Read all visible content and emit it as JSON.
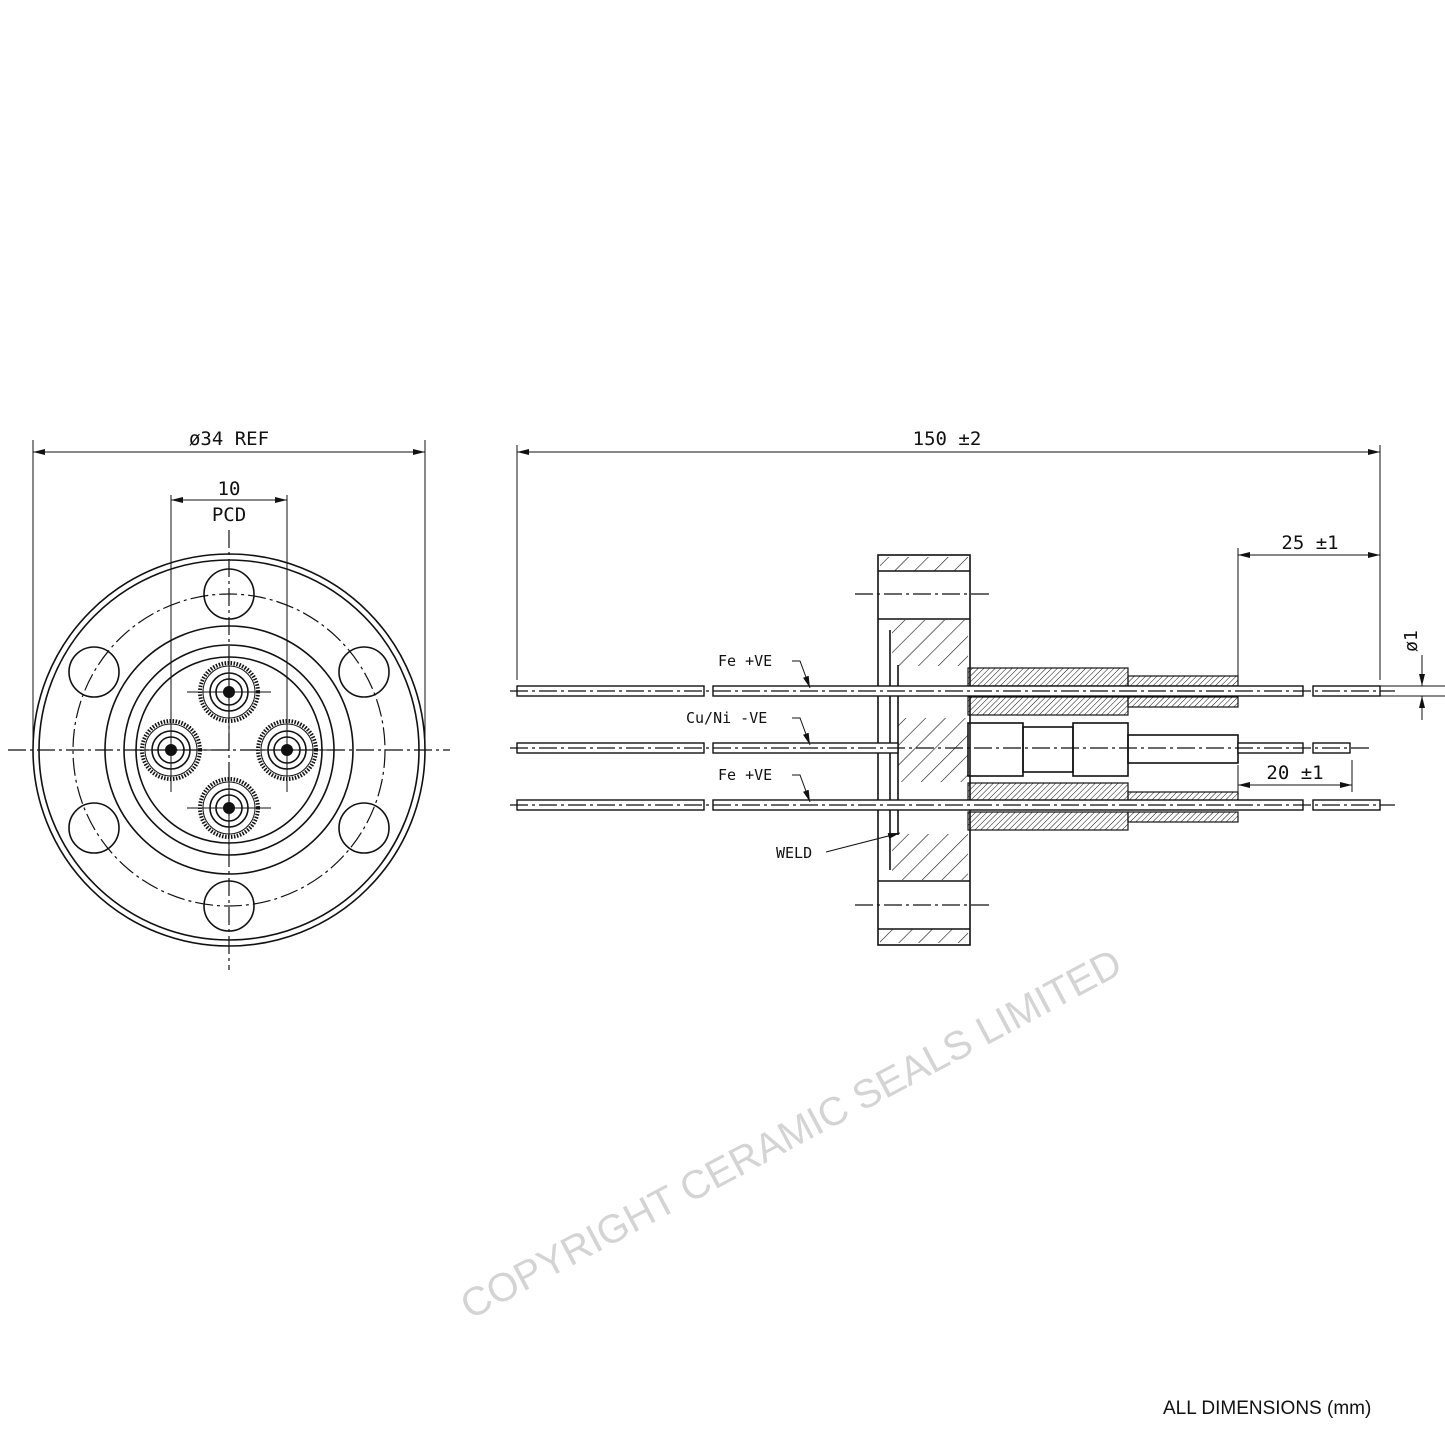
{
  "end_view": {
    "diameter_label": "ø34 REF",
    "pcd_value": "10",
    "pcd_label": "PCD"
  },
  "side_view": {
    "length_label": "150 ±2",
    "tip_length_label": "25 ±1",
    "center_tip_label": "20 ±1",
    "wire_diameter_label": "ø1",
    "wire_labels": [
      "Fe +VE",
      "Cu/Ni -VE",
      "Fe +VE"
    ],
    "weld_label": "WELD"
  },
  "watermark": "COPYRIGHT CERAMIC SEALS LIMITED",
  "footnote": "ALL DIMENSIONS (mm)"
}
